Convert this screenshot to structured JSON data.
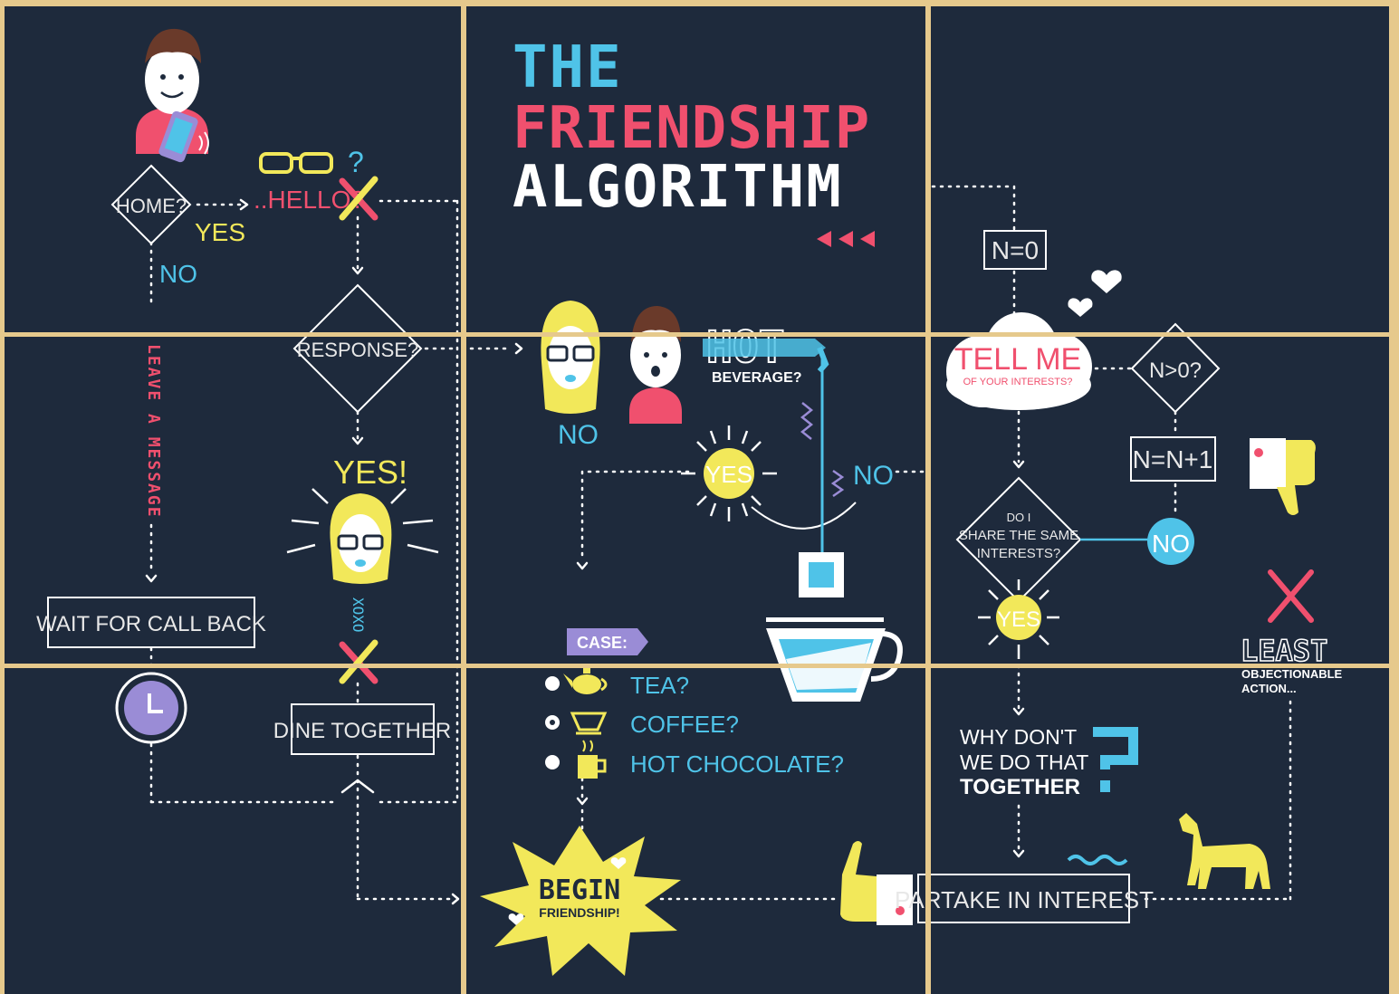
{
  "title": {
    "line1": "THE",
    "line2": "FRIENDSHIP",
    "line3": "ALGORITHM"
  },
  "colors": {
    "background": "#1e2a3c",
    "frame": "#e6c98c",
    "cyan": "#4fc3e8",
    "pink": "#f0506e",
    "yellow": "#f2e85a",
    "white": "#ffffff",
    "purple": "#9a8cd6"
  },
  "nodes": {
    "home": "HOME?",
    "yes_small": "YES",
    "no_small": "NO",
    "hello": "..HELLO?",
    "question_mark": "?",
    "response": "RESPONSE?",
    "leave_message": "LEAVE A MESSAGE",
    "yes_big": "YES!",
    "xoxo": "XOXO",
    "wait_call_back": "WAIT FOR CALL BACK",
    "dine_together": "DINE TOGETHER",
    "hot": "HOT",
    "beverage": "BEVERAGE?",
    "no_beverage": "NO",
    "no_right": "NO",
    "yes_sun": "YES",
    "case_label": "CASE:",
    "options": [
      "TEA?",
      "COFFEE?",
      "HOT CHOCOLATE?"
    ],
    "begin": "BEGIN",
    "friendship": "FRIENDSHIP!",
    "n_zero": "N=0",
    "tell_me": "TELL ME",
    "tell_me_sub": "OF YOUR INTERESTS?",
    "n_gt_zero": "N>0?",
    "n_increment": "N=N+1",
    "share_line1": "DO I",
    "share_line2": "SHARE THE SAME",
    "share_line3": "INTERESTS?",
    "no_circle": "NO",
    "yes_sun2": "YES",
    "least": "LEAST",
    "objectionable": "OBJECTIONABLE",
    "action": "ACTION...",
    "why_line1": "WHY DON'T",
    "why_line2": "WE DO THAT",
    "why_line3": "TOGETHER",
    "partake": "PARTAKE IN INTEREST"
  },
  "icons": [
    "man-avatar-icon",
    "phone-icon",
    "glasses-icon",
    "fork-knife-icon",
    "woman-avatar-icon",
    "clock-icon",
    "sun-icon",
    "teabag-icon",
    "cup-icon",
    "teapot-icon",
    "coffee-filter-icon",
    "mug-icon",
    "cloud-icon",
    "heart-icon",
    "thumbs-up-icon",
    "thumbs-down-icon",
    "cross-icon",
    "horse-icon",
    "wave-icon",
    "arrow-left-icon"
  ]
}
